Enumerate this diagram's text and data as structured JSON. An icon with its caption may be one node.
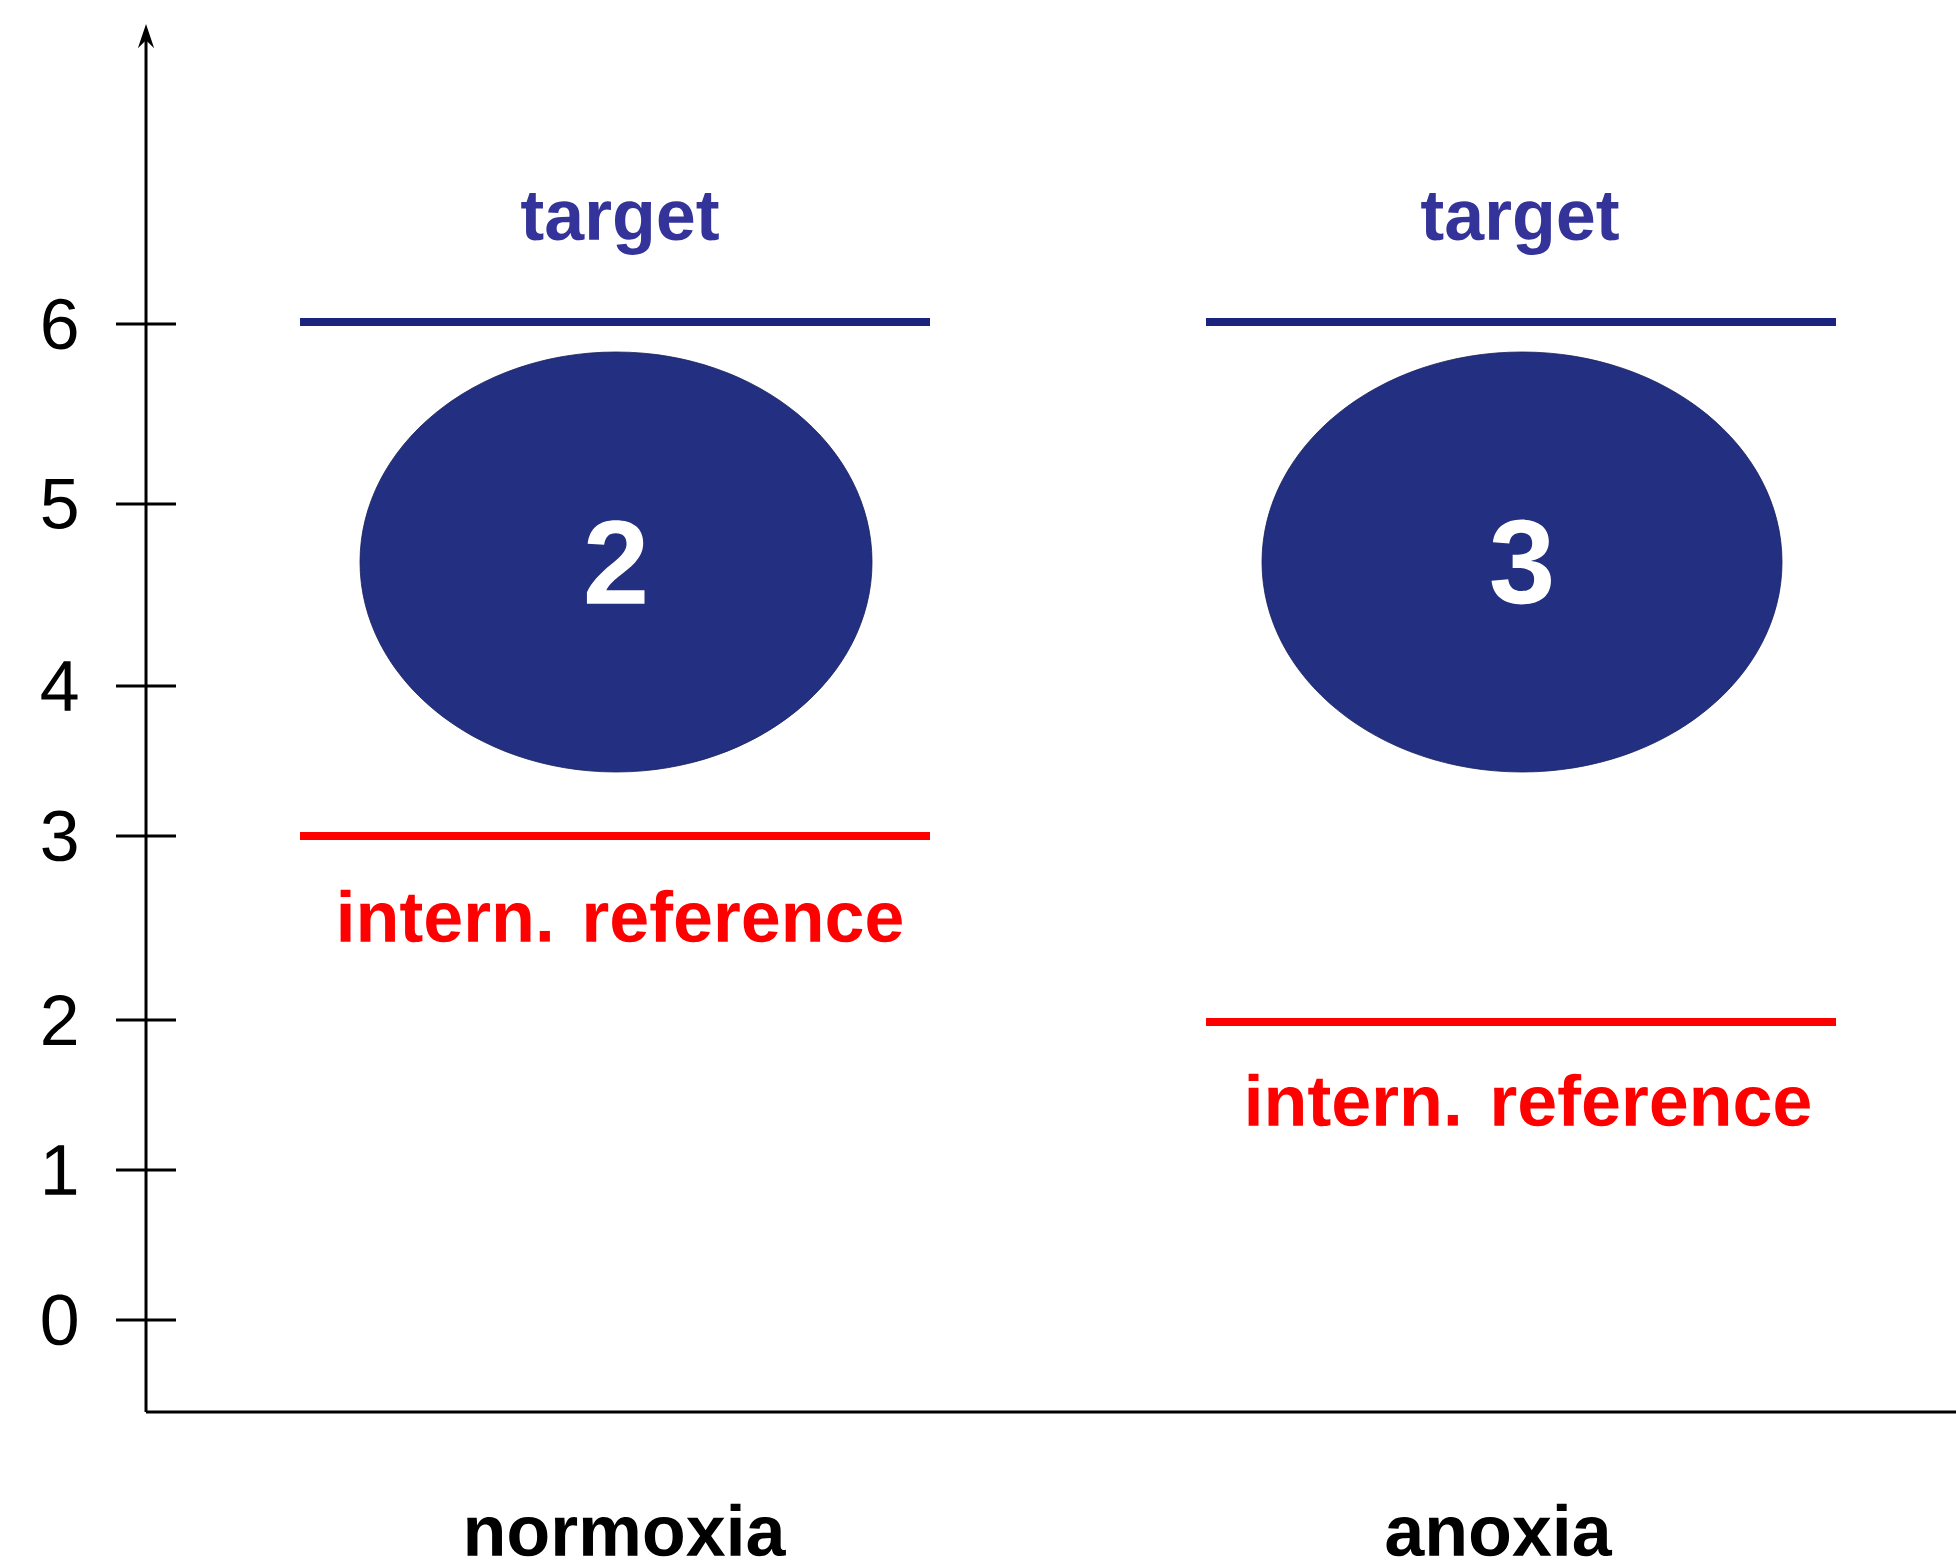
{
  "diagram": {
    "nodes": [
      {
        "text": [
          "2"
        ]
      },
      {
        "text": [
          "3"
        ]
      }
    ],
    "labels": [
      "6",
      "5",
      "4",
      "3",
      "2",
      "1",
      "0",
      "target",
      "target",
      "intern. reference",
      "intern. reference",
      "normoxia",
      "anoxia"
    ]
  }
}
